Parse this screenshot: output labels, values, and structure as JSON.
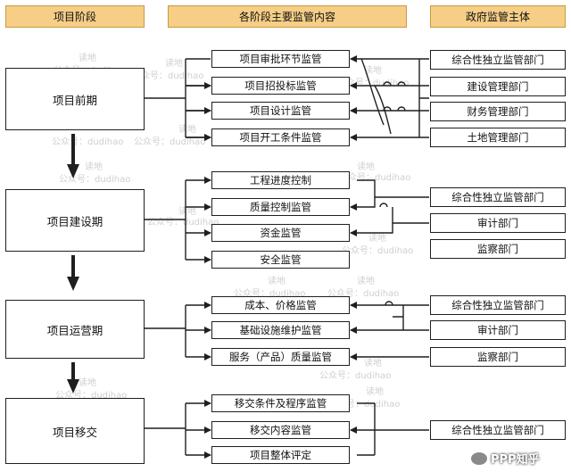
{
  "headers": {
    "phase": "项目阶段",
    "content": "各阶段主要监管内容",
    "subject": "政府监管主体"
  },
  "phases": [
    "项目前期",
    "项目建设期",
    "项目运营期",
    "项目移交"
  ],
  "content_items": [
    "项目审批环节监管",
    "项目招投标监管",
    "项目设计监管",
    "项目开工条件监管",
    "工程进度控制",
    "质量控制监管",
    "资金监管",
    "安全监管",
    "成本、价格监管",
    "基础设施维护监管",
    "服务（产品）质量监管",
    "移交条件及程序监管",
    "移交内容监管",
    "项目整体评定"
  ],
  "subjects": [
    "综合性独立监管部门",
    "建设管理部门",
    "财务管理部门",
    "土地管理部门",
    "综合性独立监管部门",
    "审计部门",
    "监察部门",
    "综合性独立监管部门",
    "审计部门",
    "监察部门",
    "综合性独立监管部门"
  ],
  "watermarks": {
    "brand": "读地",
    "account": "公众号：dudihao"
  },
  "logo_text": "PPP知乎",
  "colors": {
    "header_fill": "#f6ce86",
    "line": "#1f1f1f",
    "watermark": "#cfcfcf"
  }
}
